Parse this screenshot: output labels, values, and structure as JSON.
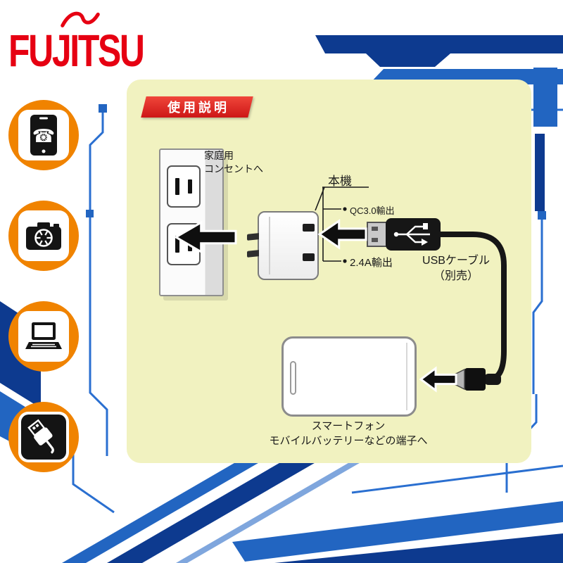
{
  "brand": {
    "logo_text": "FUJITSU"
  },
  "colors": {
    "brand_red": "#e60012",
    "banner_red": "#d81f1a",
    "panel_yellow": "#f1f2c0",
    "icon_orange": "#f08300",
    "circuit_blue_dark": "#0d3a8f",
    "circuit_blue": "#2265c1",
    "circuit_blue_light": "#7fa6dd"
  },
  "sidebar": {
    "icons": [
      {
        "name": "smartphone-icon"
      },
      {
        "name": "camera-icon"
      },
      {
        "name": "laptop-icon"
      },
      {
        "name": "usb-plug-icon"
      }
    ]
  },
  "instructions": {
    "banner": "使用説明",
    "outlet_label": "家庭用\nコンセントへ",
    "device_label": "本機",
    "output_qc": "QC3.0輸出",
    "output_24a": "2.4A輸出",
    "cable_label": "USBケーブル\n（別売）",
    "phone_caption_1": "スマートフォン",
    "phone_caption_2": "モバイルバッテリーなどの端子へ"
  }
}
